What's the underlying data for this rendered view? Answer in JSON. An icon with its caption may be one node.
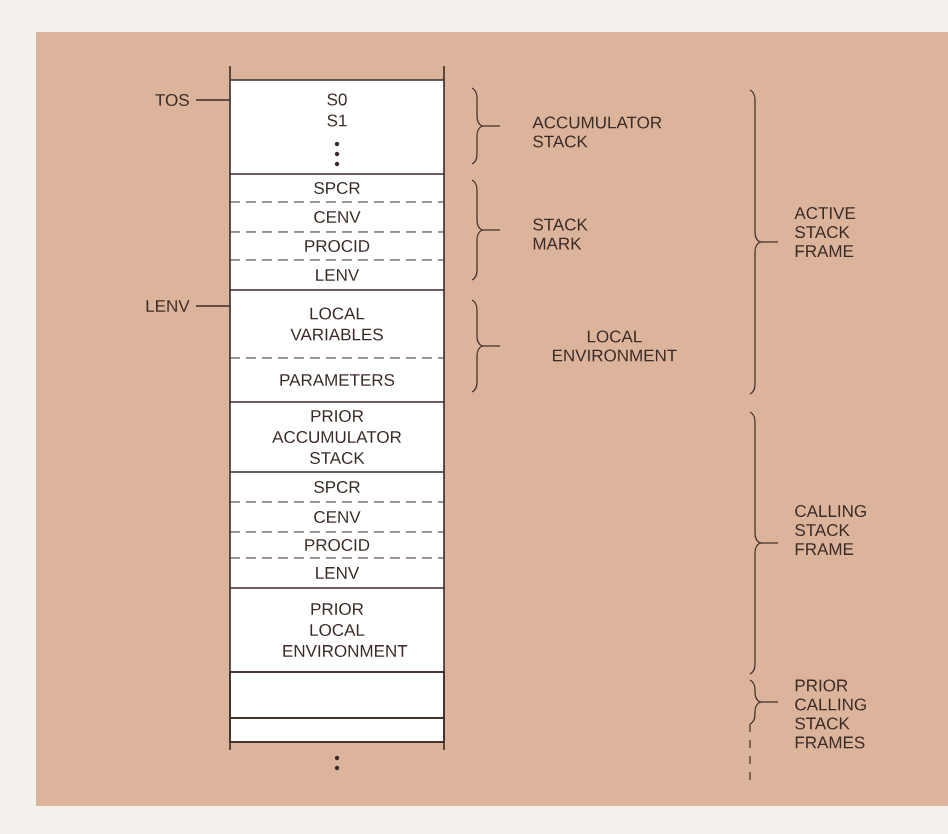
{
  "diagram": {
    "nodes": [
      {
        "text": [
          "S0",
          "S1"
        ]
      },
      {
        "text": [
          "SPCR"
        ]
      },
      {
        "text": [
          "CENV"
        ]
      },
      {
        "text": [
          "PROCID"
        ]
      },
      {
        "text": [
          "LENV"
        ]
      },
      {
        "text": [
          "LOCAL VARIABLES"
        ]
      },
      {
        "text": [
          "PARAMETERS"
        ]
      },
      {
        "text": [
          "PRIOR ACCUMULATOR STACK"
        ]
      },
      {
        "text": [
          "SPCR"
        ]
      },
      {
        "text": [
          "CENV"
        ]
      },
      {
        "text": [
          "PROCID"
        ]
      },
      {
        "text": [
          "LENV"
        ]
      },
      {
        "text": [
          "PRIOR LOCAL ENVIRONMENT"
        ]
      },
      {
        "text": [],
        "shape": "box"
      },
      {
        "text": [],
        "shape": "box"
      },
      {
        "text": [
          "TOS"
        ]
      },
      {
        "text": [
          "LENV"
        ]
      }
    ],
    "edges": [
      {
        "from": 15,
        "to": 0,
        "arrow": "none"
      },
      {
        "from": 16,
        "to": 5,
        "arrow": "none"
      }
    ],
    "labels": [
      "ACCUMULATOR STACK",
      "STACK MARK",
      "LOCAL ENVIRONMENT",
      "ACTIVE STACK FRAME",
      "CALLING STACK FRAME",
      "PRIOR CALLING STACK FRAMES"
    ]
  }
}
